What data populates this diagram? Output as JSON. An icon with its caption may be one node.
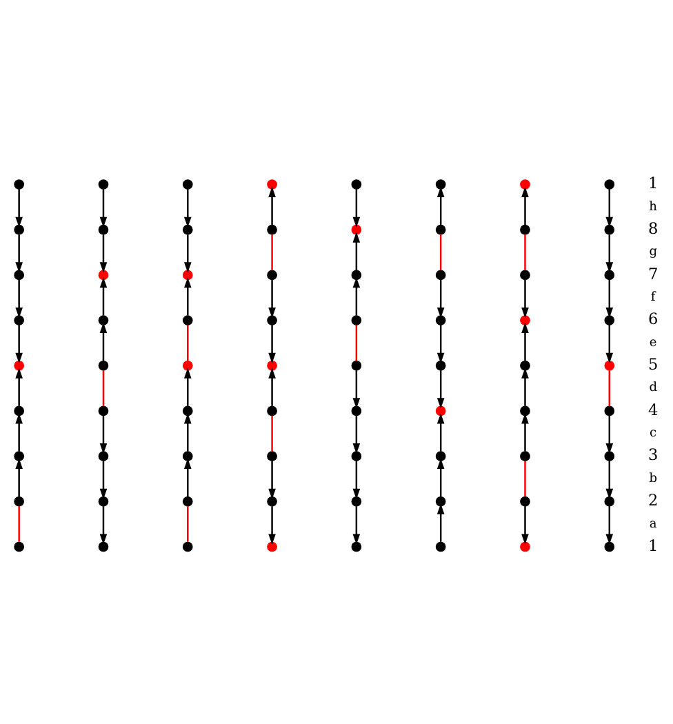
{
  "diagram": {
    "nodes": [
      {
        "text": [],
        "shape": "circle"
      },
      {
        "text": [],
        "shape": "circle"
      },
      {
        "text": [],
        "shape": "circle"
      },
      {
        "text": [],
        "shape": "circle"
      },
      {
        "text": [],
        "shape": "circle"
      },
      {
        "text": [],
        "shape": "circle"
      },
      {
        "text": [],
        "shape": "circle"
      },
      {
        "text": [],
        "shape": "circle"
      },
      {
        "text": [],
        "shape": "circle"
      },
      {
        "text": [],
        "shape": "circle"
      },
      {
        "text": [],
        "shape": "circle"
      },
      {
        "text": [],
        "shape": "circle"
      },
      {
        "text": [],
        "shape": "circle"
      },
      {
        "text": [],
        "shape": "circle"
      },
      {
        "text": [],
        "shape": "circle"
      },
      {
        "text": [],
        "shape": "circle"
      },
      {
        "text": [],
        "shape": "circle"
      },
      {
        "text": [],
        "shape": "circle"
      },
      {
        "text": [],
        "shape": "circle"
      },
      {
        "text": [],
        "shape": "circle"
      },
      {
        "text": [],
        "shape": "circle"
      },
      {
        "text": [],
        "shape": "circle"
      },
      {
        "text": [],
        "shape": "circle"
      },
      {
        "text": [],
        "shape": "circle"
      },
      {
        "text": [],
        "shape": "circle"
      },
      {
        "text": [],
        "shape": "circle"
      },
      {
        "text": [],
        "shape": "circle"
      },
      {
        "text": [],
        "shape": "circle"
      },
      {
        "text": [],
        "shape": "circle"
      },
      {
        "text": [],
        "shape": "circle"
      },
      {
        "text": [],
        "shape": "circle"
      },
      {
        "text": [],
        "shape": "circle"
      },
      {
        "text": [],
        "shape": "circle"
      },
      {
        "text": [],
        "shape": "circle"
      },
      {
        "text": [],
        "shape": "circle"
      },
      {
        "text": [],
        "shape": "circle"
      },
      {
        "text": [],
        "shape": "circle"
      },
      {
        "text": [],
        "shape": "circle"
      },
      {
        "text": [],
        "shape": "circle"
      },
      {
        "text": [],
        "shape": "circle"
      },
      {
        "text": [],
        "shape": "circle"
      },
      {
        "text": [],
        "shape": "circle"
      },
      {
        "text": [],
        "shape": "circle"
      },
      {
        "text": [],
        "shape": "circle"
      },
      {
        "text": [],
        "shape": "circle"
      },
      {
        "text": [],
        "shape": "circle"
      },
      {
        "text": [],
        "shape": "circle"
      },
      {
        "text": [],
        "shape": "circle"
      },
      {
        "text": [],
        "shape": "circle"
      },
      {
        "text": [],
        "shape": "circle"
      },
      {
        "text": [],
        "shape": "circle"
      },
      {
        "text": [],
        "shape": "circle"
      },
      {
        "text": [],
        "shape": "circle"
      },
      {
        "text": [],
        "shape": "circle"
      },
      {
        "text": [],
        "shape": "circle"
      },
      {
        "text": [],
        "shape": "circle"
      },
      {
        "text": [],
        "shape": "circle"
      },
      {
        "text": [],
        "shape": "circle"
      },
      {
        "text": [],
        "shape": "circle"
      },
      {
        "text": [],
        "shape": "circle"
      },
      {
        "text": [],
        "shape": "circle"
      },
      {
        "text": [],
        "shape": "circle"
      },
      {
        "text": [],
        "shape": "circle"
      },
      {
        "text": [],
        "shape": "circle"
      },
      {
        "text": [],
        "shape": "circle"
      },
      {
        "text": [],
        "shape": "circle"
      },
      {
        "text": [],
        "shape": "circle"
      },
      {
        "text": [],
        "shape": "circle"
      },
      {
        "text": [],
        "shape": "circle"
      },
      {
        "text": [],
        "shape": "circle"
      },
      {
        "text": [],
        "shape": "circle"
      },
      {
        "text": [],
        "shape": "circle"
      }
    ],
    "edges": [
      {
        "from": 0,
        "to": 8,
        "arrow": "to"
      },
      {
        "from": 8,
        "to": 16,
        "arrow": "to"
      },
      {
        "from": 16,
        "to": 24,
        "arrow": "to"
      },
      {
        "from": 24,
        "to": 32,
        "arrow": "to"
      },
      {
        "from": 40,
        "to": 32,
        "arrow": "to"
      },
      {
        "from": 48,
        "to": 40,
        "arrow": "to"
      },
      {
        "from": 56,
        "to": 48,
        "arrow": "to"
      },
      {
        "from": 56,
        "to": 64,
        "arrow": "none",
        "color": "#ff0000"
      },
      {
        "from": 1,
        "to": 9,
        "arrow": "to"
      },
      {
        "from": 9,
        "to": 17,
        "arrow": "to"
      },
      {
        "from": 25,
        "to": 17,
        "arrow": "to"
      },
      {
        "from": 33,
        "to": 25,
        "arrow": "to"
      },
      {
        "from": 33,
        "to": 41,
        "arrow": "none",
        "color": "#ff0000"
      },
      {
        "from": 41,
        "to": 49,
        "arrow": "to"
      },
      {
        "from": 49,
        "to": 57,
        "arrow": "to"
      },
      {
        "from": 57,
        "to": 65,
        "arrow": "to"
      },
      {
        "from": 2,
        "to": 10,
        "arrow": "to"
      },
      {
        "from": 10,
        "to": 18,
        "arrow": "to"
      },
      {
        "from": 26,
        "to": 18,
        "arrow": "to"
      },
      {
        "from": 26,
        "to": 34,
        "arrow": "none",
        "color": "#ff0000"
      },
      {
        "from": 42,
        "to": 34,
        "arrow": "to"
      },
      {
        "from": 50,
        "to": 42,
        "arrow": "to"
      },
      {
        "from": 58,
        "to": 50,
        "arrow": "to"
      },
      {
        "from": 58,
        "to": 66,
        "arrow": "none",
        "color": "#ff0000"
      },
      {
        "from": 11,
        "to": 3,
        "arrow": "to"
      },
      {
        "from": 11,
        "to": 19,
        "arrow": "none",
        "color": "#ff0000"
      },
      {
        "from": 19,
        "to": 27,
        "arrow": "to"
      },
      {
        "from": 27,
        "to": 35,
        "arrow": "to"
      },
      {
        "from": 43,
        "to": 35,
        "arrow": "to"
      },
      {
        "from": 43,
        "to": 51,
        "arrow": "none",
        "color": "#ff0000"
      },
      {
        "from": 51,
        "to": 59,
        "arrow": "to"
      },
      {
        "from": 59,
        "to": 67,
        "arrow": "to"
      },
      {
        "from": 4,
        "to": 12,
        "arrow": "to"
      },
      {
        "from": 20,
        "to": 12,
        "arrow": "to"
      },
      {
        "from": 28,
        "to": 20,
        "arrow": "to"
      },
      {
        "from": 28,
        "to": 36,
        "arrow": "none",
        "color": "#ff0000"
      },
      {
        "from": 36,
        "to": 44,
        "arrow": "to"
      },
      {
        "from": 44,
        "to": 52,
        "arrow": "to"
      },
      {
        "from": 52,
        "to": 60,
        "arrow": "to"
      },
      {
        "from": 60,
        "to": 68,
        "arrow": "to"
      },
      {
        "from": 13,
        "to": 5,
        "arrow": "to"
      },
      {
        "from": 13,
        "to": 21,
        "arrow": "none",
        "color": "#ff0000"
      },
      {
        "from": 21,
        "to": 29,
        "arrow": "to"
      },
      {
        "from": 29,
        "to": 37,
        "arrow": "to"
      },
      {
        "from": 37,
        "to": 45,
        "arrow": "to"
      },
      {
        "from": 53,
        "to": 45,
        "arrow": "to"
      },
      {
        "from": 61,
        "to": 53,
        "arrow": "to"
      },
      {
        "from": 69,
        "to": 61,
        "arrow": "to"
      },
      {
        "from": 14,
        "to": 6,
        "arrow": "to"
      },
      {
        "from": 14,
        "to": 22,
        "arrow": "none",
        "color": "#ff0000"
      },
      {
        "from": 22,
        "to": 30,
        "arrow": "to"
      },
      {
        "from": 38,
        "to": 30,
        "arrow": "to"
      },
      {
        "from": 46,
        "to": 38,
        "arrow": "to"
      },
      {
        "from": 54,
        "to": 46,
        "arrow": "to"
      },
      {
        "from": 54,
        "to": 62,
        "arrow": "none",
        "color": "#ff0000"
      },
      {
        "from": 62,
        "to": 70,
        "arrow": "to"
      },
      {
        "from": 7,
        "to": 15,
        "arrow": "to"
      },
      {
        "from": 15,
        "to": 23,
        "arrow": "to"
      },
      {
        "from": 23,
        "to": 31,
        "arrow": "to"
      },
      {
        "from": 31,
        "to": 39,
        "arrow": "to"
      },
      {
        "from": 39,
        "to": 47,
        "arrow": "none",
        "color": "#ff0000"
      },
      {
        "from": 47,
        "to": 55,
        "arrow": "to"
      },
      {
        "from": 55,
        "to": 63,
        "arrow": "to"
      },
      {
        "from": 63,
        "to": 71,
        "arrow": "to"
      }
    ],
    "labels": [
      "1",
      "h",
      "8",
      "g",
      "7",
      "f",
      "6",
      "e",
      "5",
      "d",
      "4",
      "c",
      "3",
      "b",
      "2",
      "a",
      "1"
    ]
  }
}
